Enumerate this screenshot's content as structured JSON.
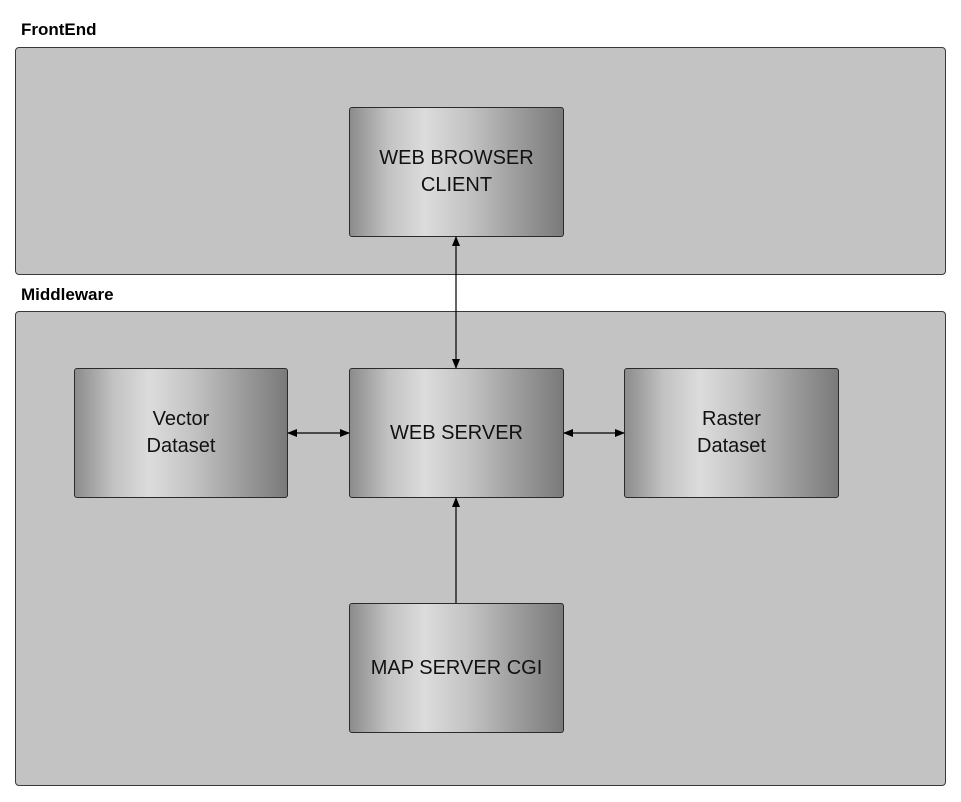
{
  "sections": {
    "frontend": {
      "title": "FrontEnd"
    },
    "middleware": {
      "title": "Middleware"
    }
  },
  "nodes": {
    "web_browser_client": "WEB BROWSER\nCLIENT",
    "vector_dataset": "Vector\nDataset",
    "web_server": "WEB SERVER",
    "raster_dataset": "Raster\nDataset",
    "map_server_cgi": "MAP SERVER CGI"
  },
  "connections": [
    {
      "from": "web_browser_client",
      "to": "web_server",
      "direction": "bidirectional"
    },
    {
      "from": "vector_dataset",
      "to": "web_server",
      "direction": "bidirectional"
    },
    {
      "from": "raster_dataset",
      "to": "web_server",
      "direction": "bidirectional"
    },
    {
      "from": "map_server_cgi",
      "to": "web_server",
      "direction": "one-way"
    }
  ]
}
